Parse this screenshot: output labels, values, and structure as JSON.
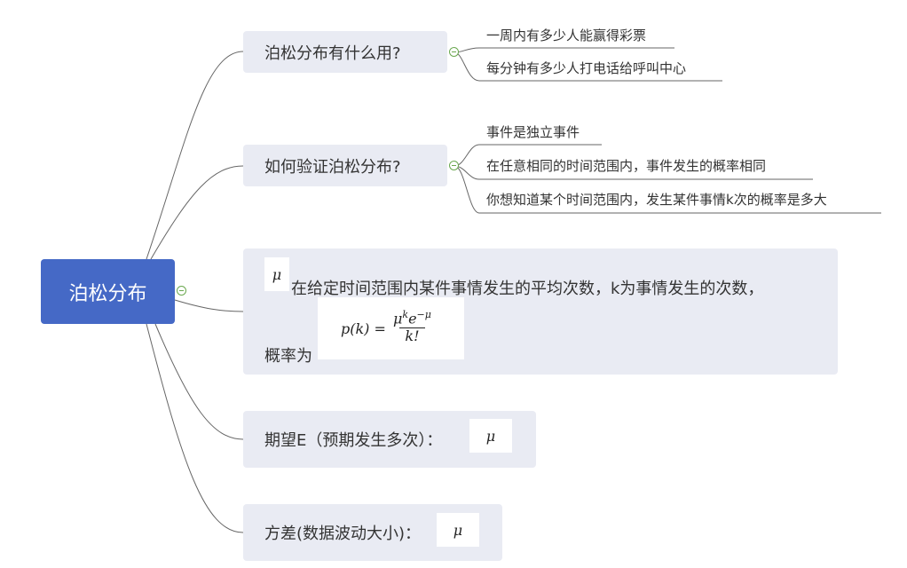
{
  "root": {
    "label": "泊松分布"
  },
  "topics": {
    "usage": {
      "label": "泊松分布有什么用?",
      "children": [
        "一周内有多少人能赢得彩票",
        "每分钟有多少人打电话给呼叫中心"
      ]
    },
    "verify": {
      "label": "如何验证泊松分布?",
      "children": [
        "事件是独立事件",
        "在任意相同的时间范围内，事件发生的概率相同",
        "你想知道某个时间范围内，发生某件事情k次的概率是多大"
      ]
    },
    "definition": {
      "mu_symbol": "μ",
      "text_line1": "在给定时间范围内某件事情发生的平均次数，k为事情发生的次数，",
      "text_line2": "概率为",
      "formula": {
        "lhs": "p(k) =",
        "numerator_base": "μ",
        "numerator_exp1": "k",
        "numerator_mid": "e",
        "numerator_exp2": "−μ",
        "denominator": "k!"
      }
    },
    "expectation": {
      "label": "期望E（预期发生多次）：",
      "value": "μ"
    },
    "variance": {
      "label": "方差(数据波动大小)：",
      "value": "μ"
    }
  }
}
